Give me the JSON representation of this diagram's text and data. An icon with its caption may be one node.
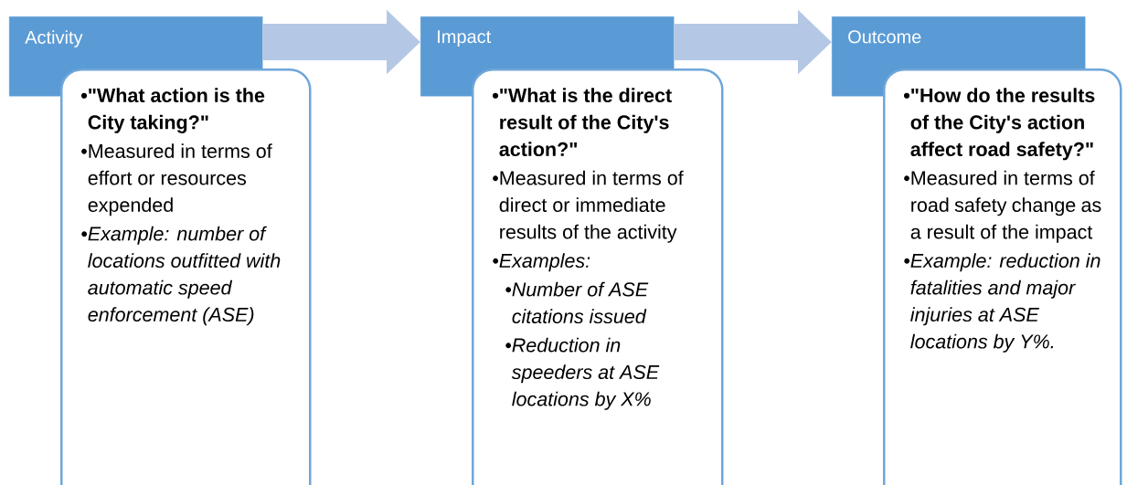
{
  "diagram": {
    "nodes": [
      {
        "text": [
          "Activity"
        ]
      },
      {
        "text": [
          "•\"What action is the City taking?\"",
          "•Measured in terms of effort or resources expended",
          "•Example: number of locations outfitted with automatic speed enforcement (ASE)"
        ]
      },
      {
        "text": [
          "Impact"
        ]
      },
      {
        "text": [
          "•\"What is the direct result of the City's action?\"",
          "•Measured in terms of direct or immediate results of the activity",
          "•Examples:",
          "•Number of ASE citations issued",
          "•Reduction in speeders at ASE locations by X%"
        ]
      },
      {
        "text": [
          "Outcome"
        ]
      },
      {
        "text": [
          "•\"How do the results of the City's action affect road safety?\"",
          "•Measured in terms of road safety change as a result of the impact",
          "•Example: reduction in fatalities and major injuries at ASE locations by Y%."
        ]
      }
    ],
    "edges": [
      {
        "from": 0,
        "to": 2,
        "arrow": "to"
      },
      {
        "from": 2,
        "to": 4,
        "arrow": "to"
      }
    ]
  }
}
